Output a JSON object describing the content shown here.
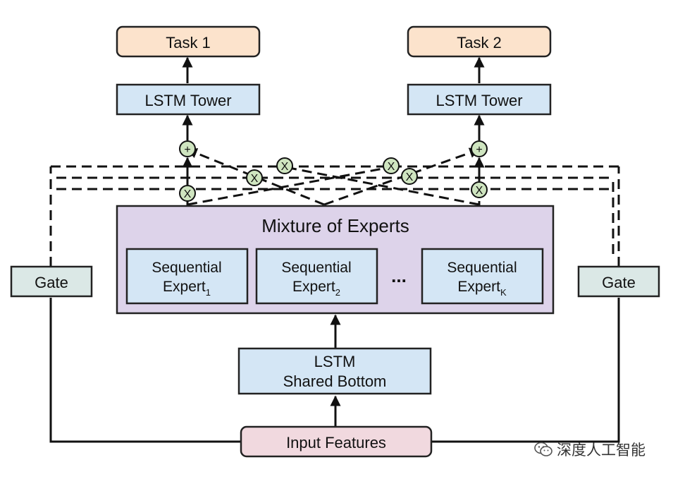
{
  "colors": {
    "task_fill": "#fce3cc",
    "lstm_fill": "#d4e6f5",
    "mixture_fill": "#ddd3ea",
    "gate_fill": "#dbe8e6",
    "input_fill": "#f1d9df",
    "op_fill": "#cfe5c0",
    "line": "#111111"
  },
  "nodes": {
    "task1": "Task 1",
    "task2": "Task 2",
    "tower_left": "LSTM Tower",
    "tower_right": "LSTM Tower",
    "mixture_title": "Mixture of Experts",
    "expert1_line1": "Sequential",
    "expert1_line2": "Expert",
    "expert1_sub": "1",
    "expert2_line1": "Sequential",
    "expert2_line2": "Expert",
    "expert2_sub": "2",
    "ellipsis": "...",
    "expertk_line1": "Sequential",
    "expertk_line2": "Expert",
    "expertk_sub": "K",
    "gate_left": "Gate",
    "gate_right": "Gate",
    "shared_line1": "LSTM",
    "shared_line2": "Shared Bottom",
    "input": "Input Features"
  },
  "operators": {
    "sum": "+",
    "product": "X"
  },
  "watermark": {
    "icon": "wechat-icon",
    "text": "深度人工智能"
  }
}
